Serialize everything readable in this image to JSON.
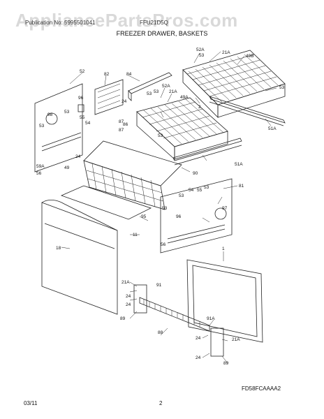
{
  "header": {
    "watermark": "AppliancePartsPros.com",
    "small_left": "Publication No: 5995501041",
    "small_model": "FFU21D5Q",
    "title": "FREEZER DRAWER, BASKETS"
  },
  "labels": {
    "l52a_top": "52A",
    "l53_top": "53",
    "l21a_top": "21A",
    "l49b": "49B",
    "l52": "52",
    "l82": "82",
    "l84": "84",
    "l53_r1": "53",
    "l2": "2",
    "l51a_r": "51A",
    "l52a_mid": "52A",
    "l21a_mid": "21A",
    "l49a": "49A",
    "l53_m1": "53",
    "l53_m2": "53",
    "l96": "96",
    "l24_a": "24",
    "l98": "98",
    "l53_l1": "53",
    "l55_l": "55",
    "l53_l2": "53",
    "l54_l": "54",
    "l87": "87",
    "l86": "86",
    "l87b": "87",
    "l53_m3": "53",
    "l51a_m": "51A",
    "l59a": "59A",
    "l56_l": "56",
    "l49": "49",
    "l24_b": "24",
    "l90": "90",
    "l81": "81",
    "l54_r": "54",
    "l55_r": "55",
    "l53_r2": "53",
    "l53_r3": "53",
    "l53_r4": "53",
    "l97": "97",
    "l96_r": "96",
    "l95": "95",
    "l11": "11",
    "l56_r": "56",
    "l18": "18",
    "l1": "1",
    "l21a_lo": "21A",
    "l91": "91",
    "l24_c": "24",
    "l24_d": "24",
    "l89": "89",
    "l91a": "91A",
    "l88": "88",
    "l24_e": "24",
    "l21a_lo2": "21A",
    "l24_f": "24",
    "l89b": "89"
  },
  "footer": {
    "code": "FD58FCAAAA2",
    "date": "03/11",
    "page": "2"
  }
}
